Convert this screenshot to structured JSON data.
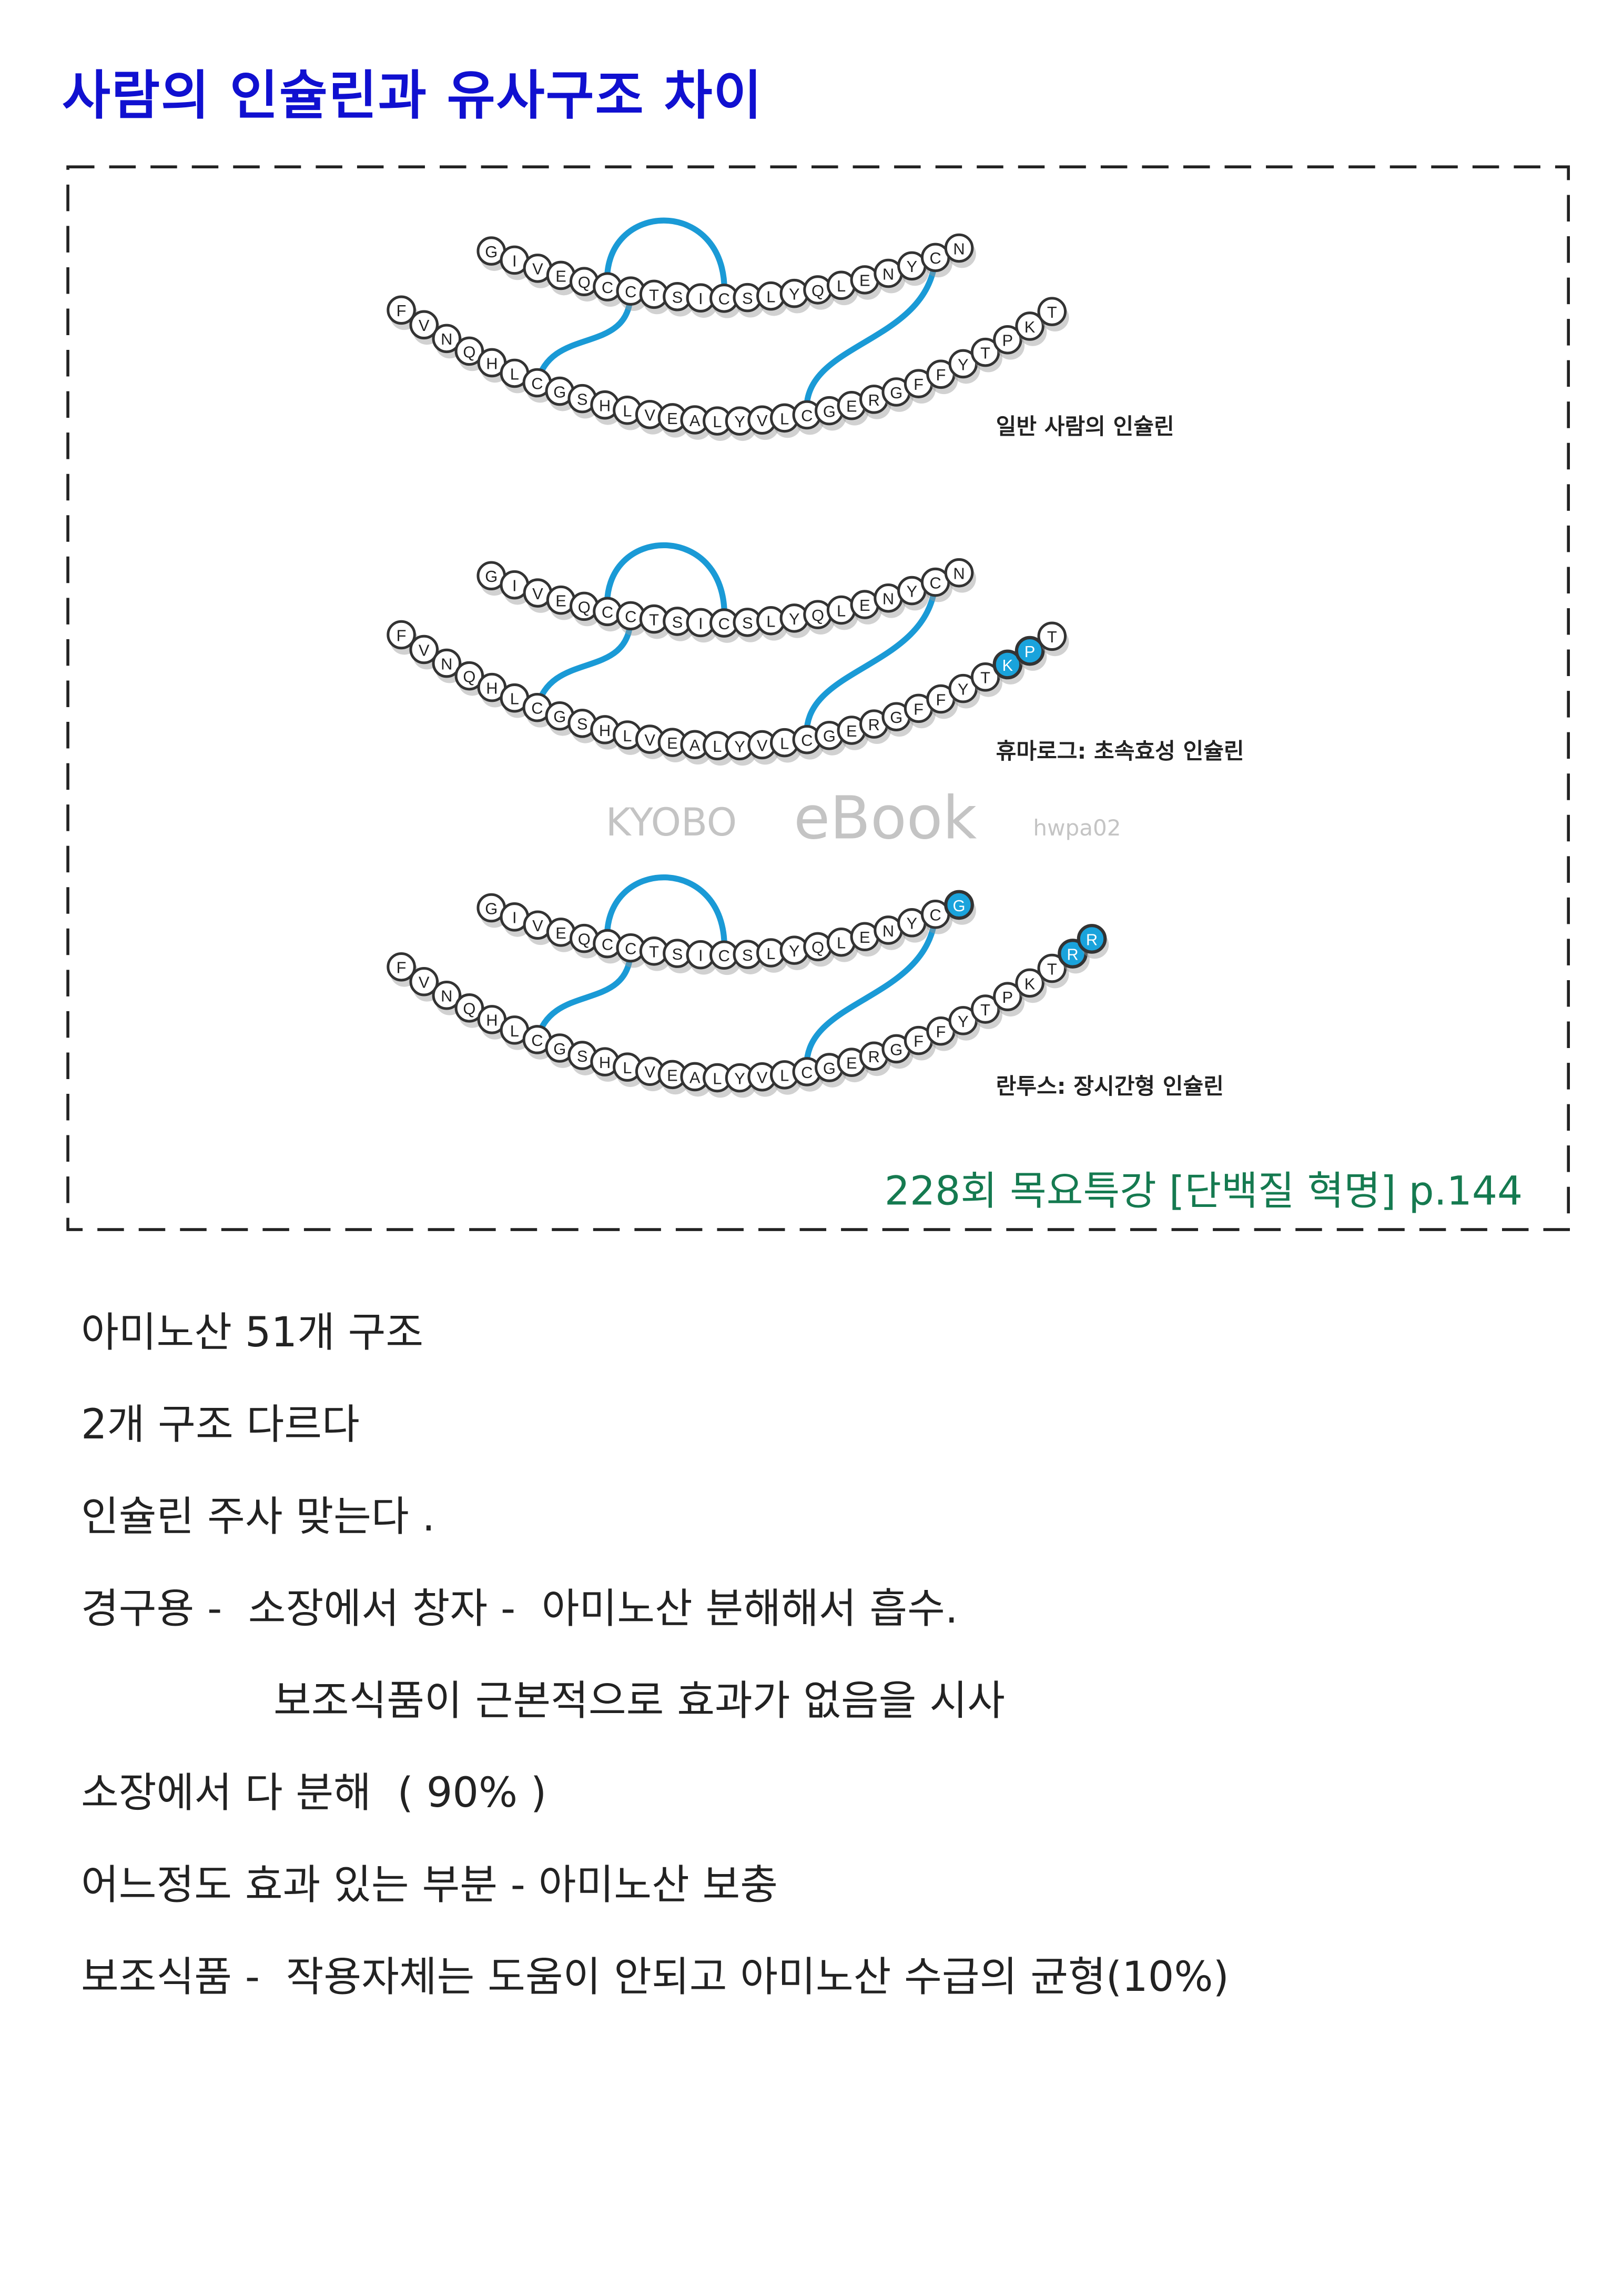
{
  "title": "사람의 인슐린과 유사구조 차이",
  "diagrams": [
    {
      "label": "일반 사람의 인슐린",
      "chain_a": [
        "G",
        "I",
        "V",
        "E",
        "Q",
        "C",
        "C",
        "T",
        "S",
        "I",
        "C",
        "S",
        "L",
        "Y",
        "Q",
        "L",
        "E",
        "N",
        "Y",
        "C",
        "N"
      ],
      "chain_b": [
        "F",
        "V",
        "N",
        "Q",
        "H",
        "L",
        "C",
        "G",
        "S",
        "H",
        "L",
        "V",
        "E",
        "A",
        "L",
        "Y",
        "V",
        "L",
        "C",
        "G",
        "E",
        "R",
        "G",
        "F",
        "F",
        "Y",
        "T",
        "P",
        "K",
        "T"
      ],
      "highlight_a": [],
      "highlight_b": []
    },
    {
      "label": "휴마로그: 초속효성 인슐린",
      "chain_a": [
        "G",
        "I",
        "V",
        "E",
        "Q",
        "C",
        "C",
        "T",
        "S",
        "I",
        "C",
        "S",
        "L",
        "Y",
        "Q",
        "L",
        "E",
        "N",
        "Y",
        "C",
        "N"
      ],
      "chain_b": [
        "F",
        "V",
        "N",
        "Q",
        "H",
        "L",
        "C",
        "G",
        "S",
        "H",
        "L",
        "V",
        "E",
        "A",
        "L",
        "Y",
        "V",
        "L",
        "C",
        "G",
        "E",
        "R",
        "G",
        "F",
        "F",
        "Y",
        "T",
        "K",
        "P",
        "T"
      ],
      "highlight_a": [],
      "highlight_b": [
        27,
        28
      ]
    },
    {
      "label": "란투스: 장시간형 인슐린",
      "chain_a": [
        "G",
        "I",
        "V",
        "E",
        "Q",
        "C",
        "C",
        "T",
        "S",
        "I",
        "C",
        "S",
        "L",
        "Y",
        "Q",
        "L",
        "E",
        "N",
        "Y",
        "C",
        "G"
      ],
      "chain_b": [
        "F",
        "V",
        "N",
        "Q",
        "H",
        "L",
        "C",
        "G",
        "S",
        "H",
        "L",
        "V",
        "E",
        "A",
        "L",
        "Y",
        "V",
        "L",
        "C",
        "G",
        "E",
        "R",
        "G",
        "F",
        "F",
        "Y",
        "T",
        "P",
        "K",
        "T",
        "R",
        "R"
      ],
      "highlight_a": [
        20
      ],
      "highlight_b": [
        30,
        31
      ]
    }
  ],
  "colors": {
    "bond": "#1a9ad6",
    "highlight": "#1aa3dc",
    "title": "#1010d0",
    "citation": "#157a50"
  },
  "citation": "228회 목요특강 [단백질 혁명] p.144",
  "watermark": {
    "brand": "KYOBO",
    "product": "eBook",
    "user": "hwpa02"
  },
  "body_lines": [
    "아미노산 51개 구조",
    "2개 구조 다르다",
    "인슐린 주사 맞는다 .",
    "경구용 -  소장에서 창자 -  아미노산 분해해서 흡수.",
    "보조식품이 근본적으로 효과가 없음을 시사",
    "소장에서 다 분해  ( 90% )",
    "어느정도 효과 있는 부분 - 아미노산 보충",
    "보조식품 -  작용자체는 도움이 안되고 아미노산 수급의 균형(10%)"
  ]
}
